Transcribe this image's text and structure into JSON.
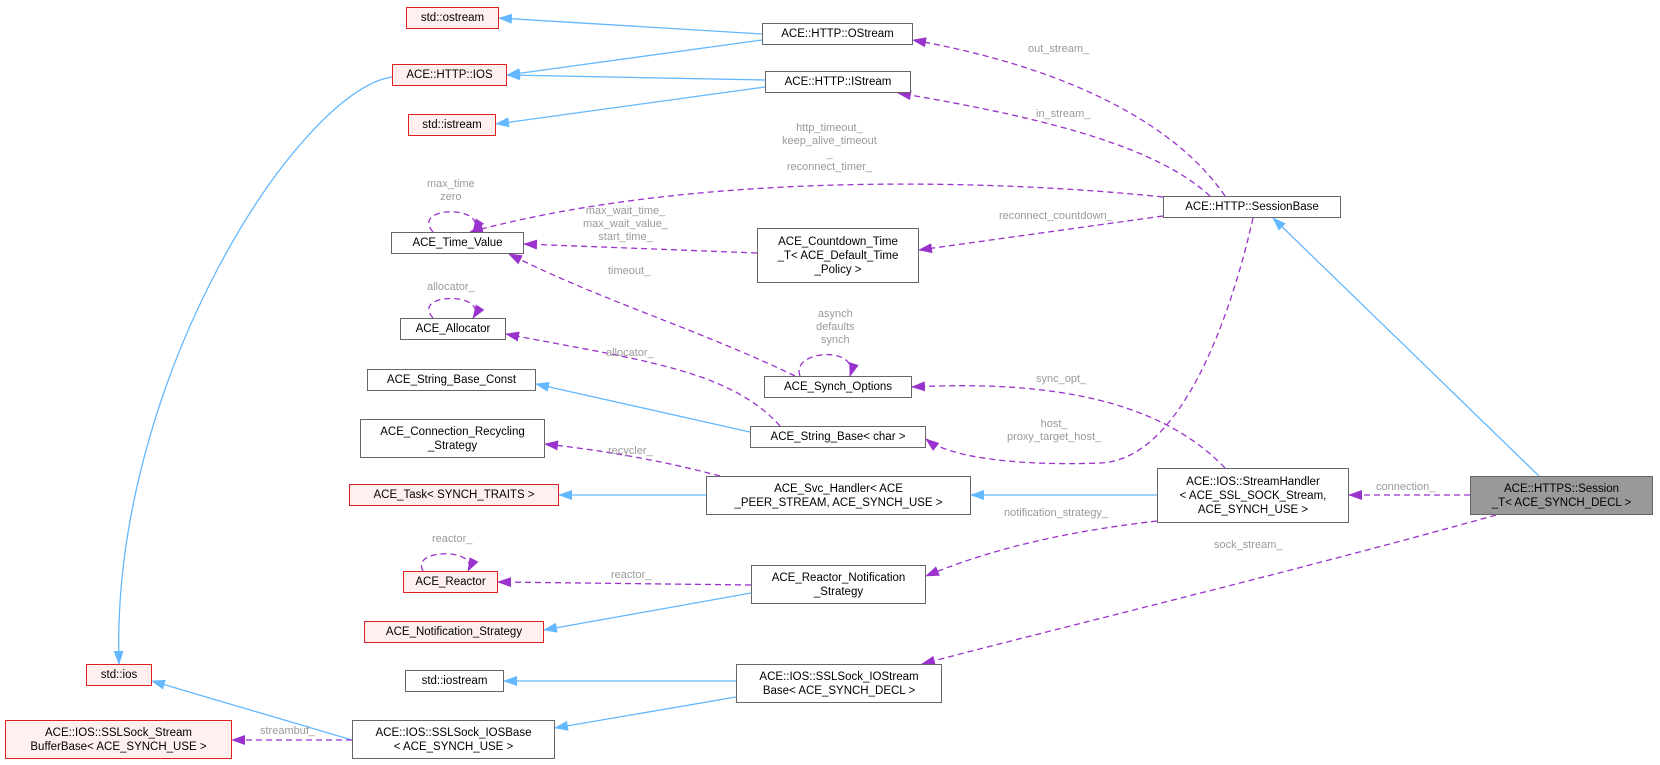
{
  "nodes": {
    "std_ostream": "std::ostream",
    "http_ios": "ACE::HTTP::IOS",
    "std_istream": "std::istream",
    "http_ostream": "ACE::HTTP::OStream",
    "http_istream": "ACE::HTTP::IStream",
    "time_value": "ACE_Time_Value",
    "countdown": "ACE_Countdown_Time\n_T< ACE_Default_Time\n_Policy >",
    "session_base": "ACE::HTTP::SessionBase",
    "allocator": "ACE_Allocator",
    "synch_options": "ACE_Synch_Options",
    "string_base_const": "ACE_String_Base_Const",
    "string_base": "ACE_String_Base< char >",
    "recycling": "ACE_Connection_Recycling\n_Strategy",
    "task": "ACE_Task< SYNCH_TRAITS >",
    "svc_handler": "ACE_Svc_Handler< ACE\n_PEER_STREAM, ACE_SYNCH_USE >",
    "stream_handler": "ACE::IOS::StreamHandler\n< ACE_SSL_SOCK_Stream,\n ACE_SYNCH_USE >",
    "https_session": "ACE::HTTPS::Session\n_T< ACE_SYNCH_DECL >",
    "reactor": "ACE_Reactor",
    "reactor_notification": "ACE_Reactor_Notification\n_Strategy",
    "notification_strategy": "ACE_Notification_Strategy",
    "std_ios": "std::ios",
    "std_iostream": "std::iostream",
    "ssl_iostream": "ACE::IOS::SSLSock_IOStream\nBase< ACE_SYNCH_DECL >",
    "ssl_buffer": "ACE::IOS::SSLSock_Stream\nBufferBase< ACE_SYNCH_USE >",
    "ssl_iosbase": "ACE::IOS::SSLSock_IOSBase\n< ACE_SYNCH_USE >"
  },
  "edge_labels": {
    "out_stream": "out_stream_",
    "in_stream": "in_stream_",
    "timers": "http_timeout_\nkeep_alive_timeout\n_\nreconnect_timer_",
    "time_self": "max_time\nzero",
    "wait": "max_wait_time_\nmax_wait_value_\nstart_time_",
    "reconnect_countdown": "reconnect_countdown_",
    "allocator_self": "allocator_",
    "timeout": "timeout_",
    "synch_self": "asynch\ndefaults\nsynch",
    "allocator": "allocator_",
    "sync_opt": "sync_opt_",
    "host": "host_\nproxy_target_host_",
    "recycler": "recycler_",
    "connection": "connection_",
    "notification_strategy": "notification_strategy_",
    "reactor_self": "reactor_",
    "reactor": "reactor_",
    "sock_stream": "sock_stream_",
    "streambuf": "streambuf_"
  },
  "colors": {
    "inheritance": "#63b8ff",
    "usage": "#9a32cd",
    "external_border": "#e02020",
    "external_fill": "#fff0f0",
    "focus_fill": "#999999",
    "label": "#9a9a9a"
  }
}
